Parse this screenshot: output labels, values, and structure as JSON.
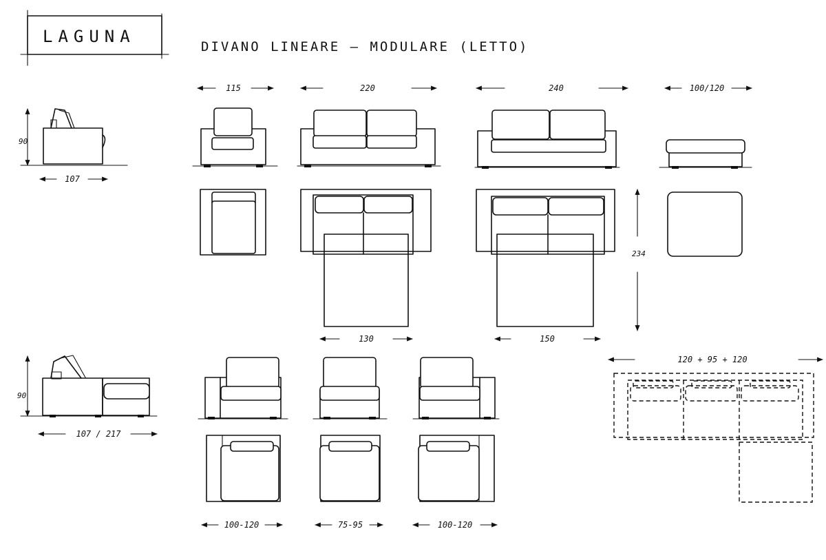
{
  "header": {
    "brand": "LAGUNA",
    "subtitle": "DIVANO LINEARE – MODULARE (LETTO)"
  },
  "dimensions": {
    "side_top_height": "90",
    "side_top_depth": "107",
    "width_armchair": "115",
    "width_sofa_medium": "220",
    "width_sofa_large": "240",
    "width_ottoman": "100/120",
    "bed_length": "234",
    "bed_width_medium": "130",
    "bed_width_large": "150",
    "side_bottom_height": "90",
    "side_bottom_depth": "107 / 217",
    "module_left_width": "100-120",
    "module_center_width": "75-95",
    "module_right_width": "100-120",
    "composition_width": "120 + 95 + 120"
  }
}
